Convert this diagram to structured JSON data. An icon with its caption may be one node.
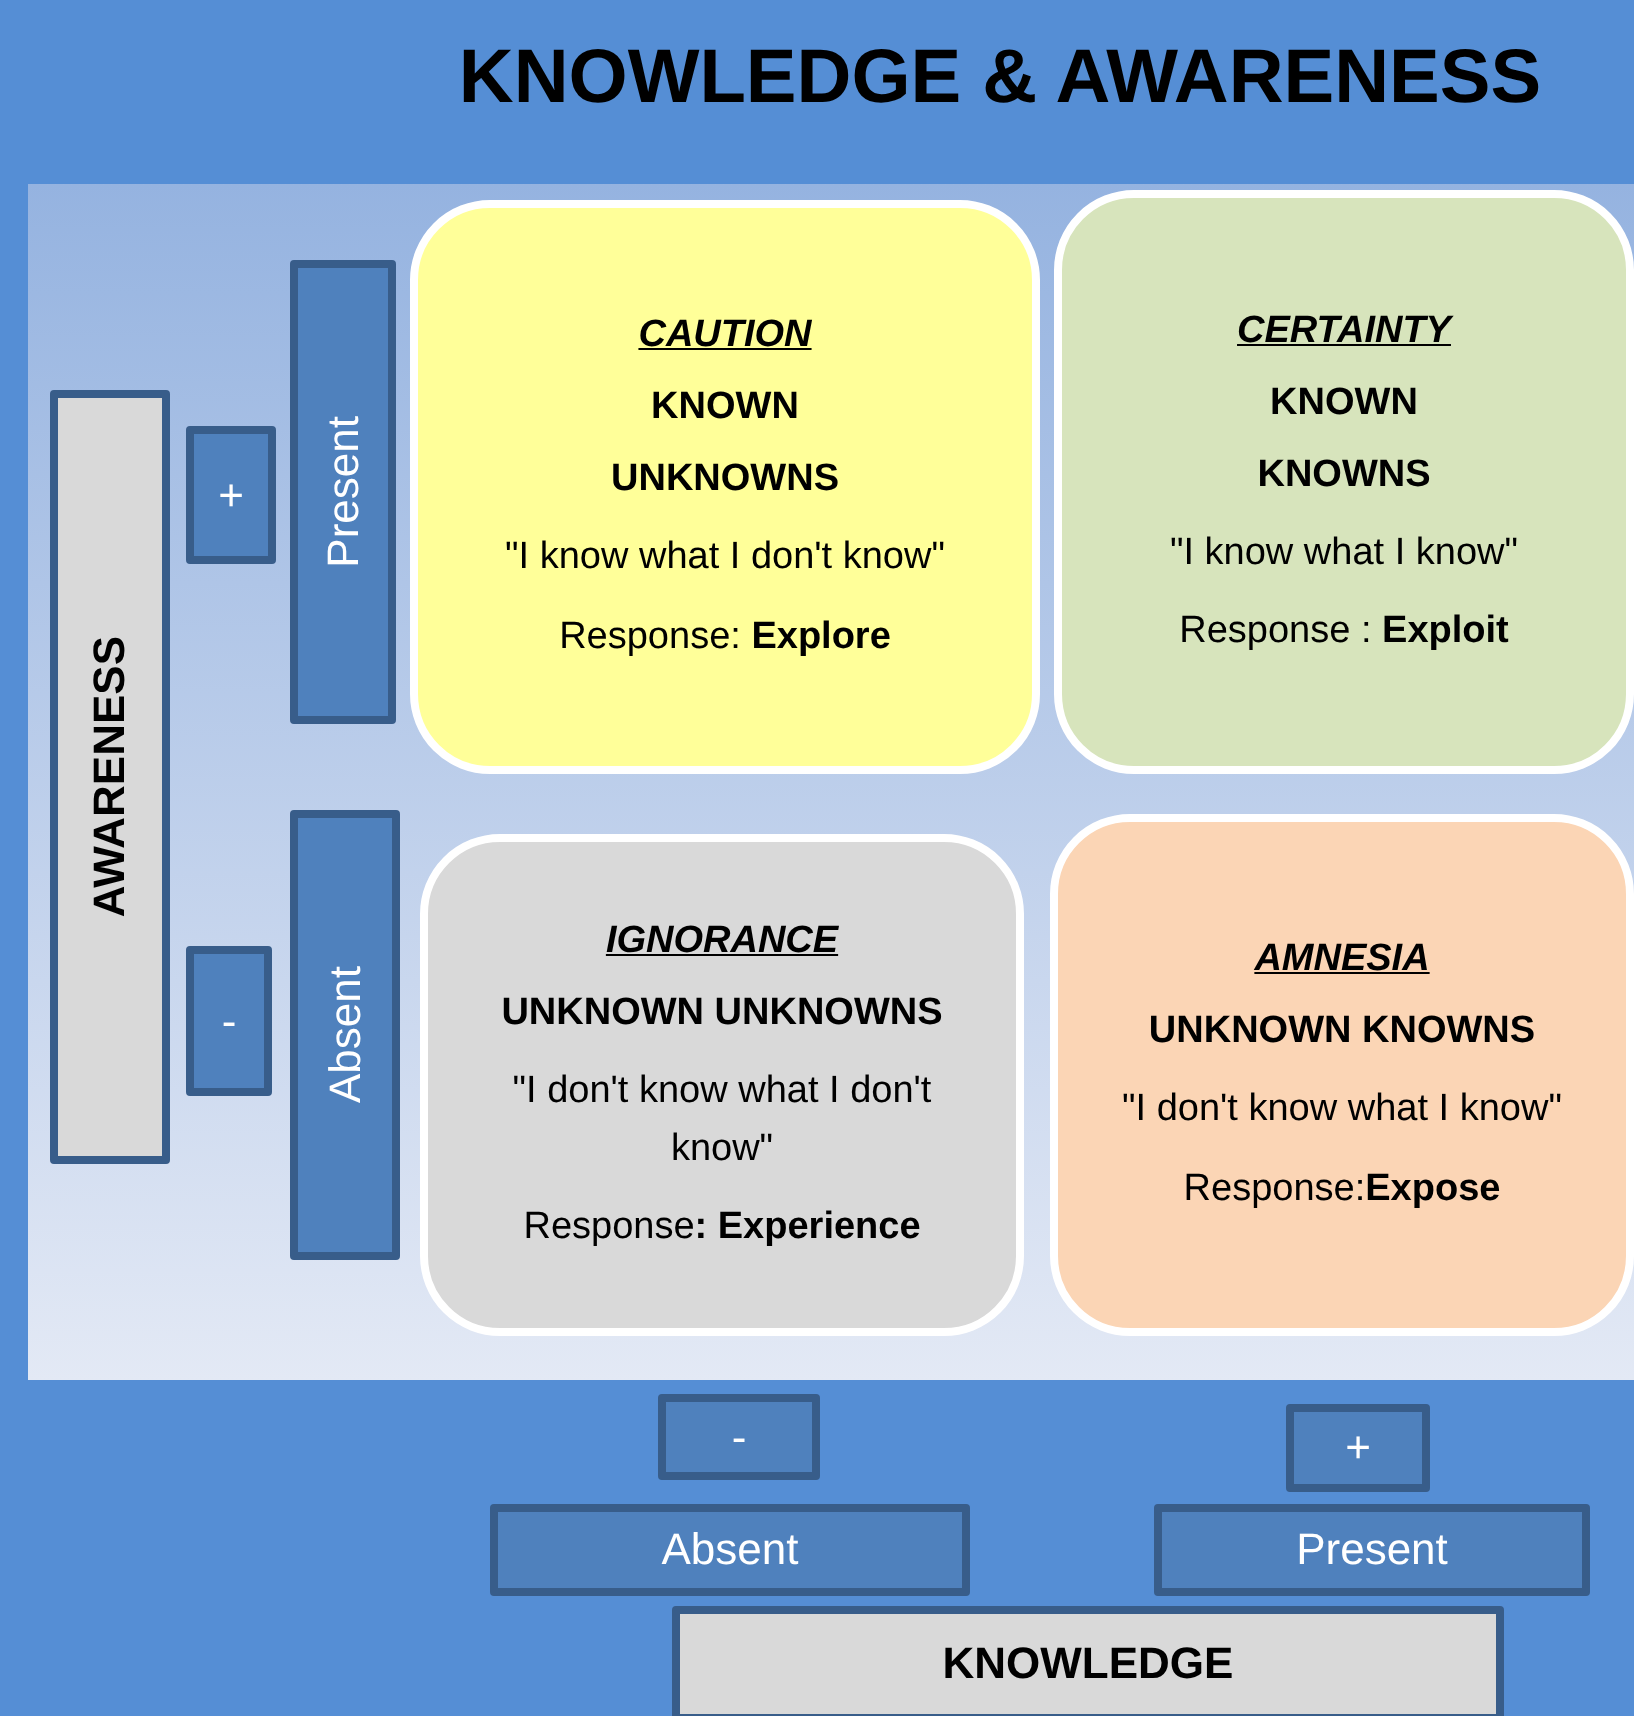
{
  "diagram": {
    "title": "KNOWLEDGE & AWARENESS",
    "nodes": [
      {
        "text": [
          "AWARENESS"
        ]
      },
      {
        "text": [
          "+"
        ]
      },
      {
        "text": [
          "-"
        ]
      },
      {
        "text": [
          "Present"
        ]
      },
      {
        "text": [
          "Absent"
        ]
      },
      {
        "text": [
          "CAUTION",
          "KNOWN",
          "UNKNOWNS",
          "\"I know what I don't know\"",
          "Response: **Explore**"
        ]
      },
      {
        "text": [
          "CERTAINTY",
          "KNOWN",
          "KNOWNS",
          "\"I know what I know\"",
          "Response : **Exploit**"
        ]
      },
      {
        "text": [
          "IGNORANCE",
          "UNKNOWN UNKNOWNS",
          "\"I don't know what I don't know\"",
          "Response**: Experience**"
        ]
      },
      {
        "text": [
          "AMNESIA",
          "UNKNOWN KNOWNS",
          "\"I don't know what I know\"",
          "Response:**Expose**"
        ]
      },
      {
        "text": [
          "-"
        ]
      },
      {
        "text": [
          "+"
        ]
      },
      {
        "text": [
          "Absent"
        ]
      },
      {
        "text": [
          "Present"
        ]
      },
      {
        "text": [
          "KNOWLEDGE"
        ]
      }
    ]
  }
}
